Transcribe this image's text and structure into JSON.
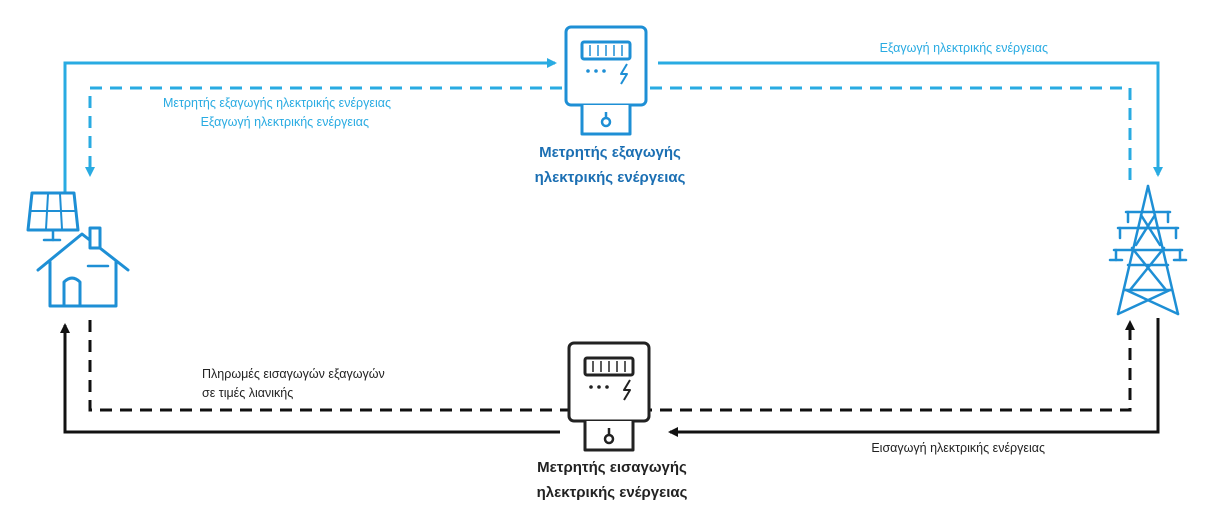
{
  "colors": {
    "export_flow": "#29abe2",
    "export_title": "#1b6fb3",
    "import_flow": "#111111",
    "icon_blue": "#1e8fd5",
    "icon_dark": "#222222",
    "background": "#ffffff"
  },
  "export_meter": {
    "icon": "electric-meter-icon",
    "title_line1": "Μετρητής εξαγωγής",
    "title_line2": "ηλεκτρικής ενέργειας"
  },
  "import_meter": {
    "icon": "electric-meter-icon",
    "title_line1": "Μετρητής εισαγωγής",
    "title_line2": "ηλεκτρικής ενέργειας"
  },
  "home": {
    "icon": "solar-house-icon"
  },
  "grid": {
    "icon": "transmission-tower-icon"
  },
  "labels": {
    "export_energy_top": "Εξαγωγή ηλεκτρικής ενέργειας",
    "export_return_line1": "Μετρητής εξαγωγής ηλεκτρικής ενέργειας",
    "export_return_line2": "Εξαγωγή ηλεκτρικής ενέργειας",
    "payments_line1": "Πληρωμές εισαγωγών εξαγωγών",
    "payments_line2": "σε τιμές λιανικής",
    "import_energy": "Εισαγωγή ηλεκτρικής ενέργειας"
  }
}
